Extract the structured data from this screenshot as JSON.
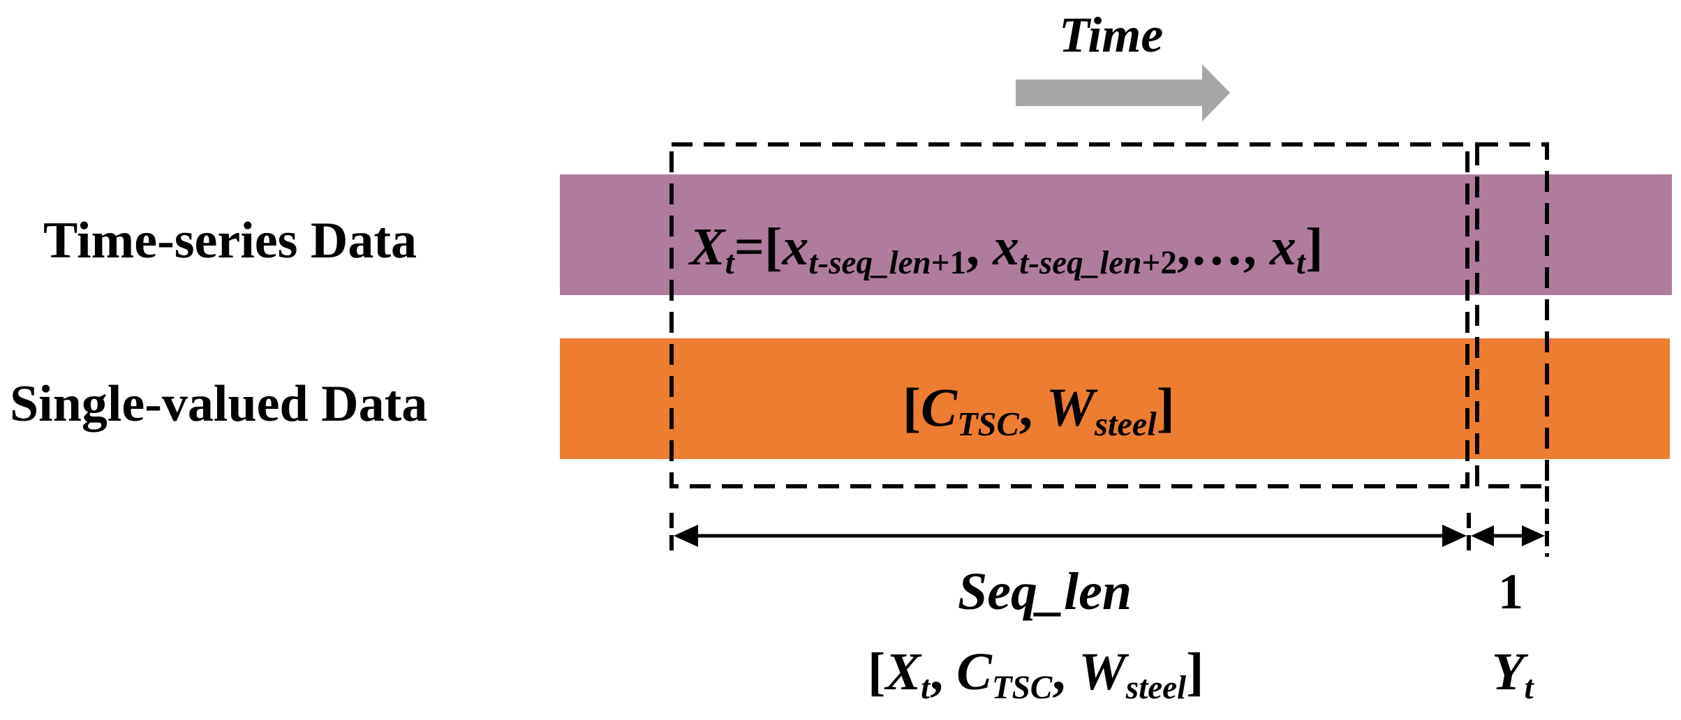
{
  "time_label": "Time",
  "rows": [
    {
      "label": "Time-series Data",
      "color": "#b07c9e"
    },
    {
      "label": "Single-valued Data",
      "color": "#ed7d31"
    }
  ],
  "arrow_color": "#a6a6a6",
  "formula_ts": {
    "X": "X",
    "X_sub": "t",
    "eq": "=[",
    "x1": "x",
    "x1_sub_i": "t-seq_len",
    "x1_sub_n": "+1",
    "comma1": ", ",
    "x2": "x",
    "x2_sub_i": "t-seq_len",
    "x2_sub_n": "+2",
    "dots": ",…, ",
    "x3": "x",
    "x3_sub": "t",
    "close": "]"
  },
  "formula_sv": {
    "open": "[",
    "C": "C",
    "C_sub": "TSC",
    "comma": ", ",
    "W": "W",
    "W_sub": "steel",
    "close": "]"
  },
  "seq_len_label": "Seq_len",
  "one_label": "1",
  "input_vec": {
    "open": "[",
    "X": "X",
    "X_sub": "t",
    "c1": ", ",
    "C": "C",
    "C_sub": "TSC",
    "c2": ", ",
    "W": "W",
    "W_sub": "steel",
    "close": "]"
  },
  "output": {
    "Y": "Y",
    "Y_sub": "t"
  }
}
